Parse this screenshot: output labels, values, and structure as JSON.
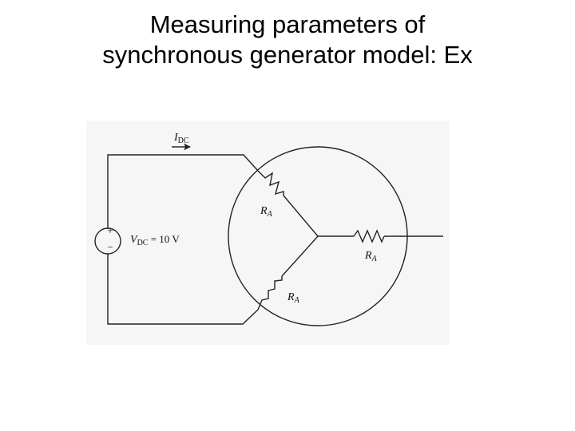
{
  "title": {
    "line1": "Measuring parameters of",
    "line2": "synchronous generator model: Ex"
  },
  "circuit": {
    "current_label": {
      "main": "I",
      "sub": "DC"
    },
    "source_plus": "+",
    "source_minus": "−",
    "voltage_label": {
      "main": "V",
      "sub": "DC",
      "value": " = 10 V"
    },
    "resistor_top": {
      "main": "R",
      "sub": "A"
    },
    "resistor_right": {
      "main": "R",
      "sub": "A"
    },
    "resistor_bottom": {
      "main": "R",
      "sub": "A"
    }
  }
}
